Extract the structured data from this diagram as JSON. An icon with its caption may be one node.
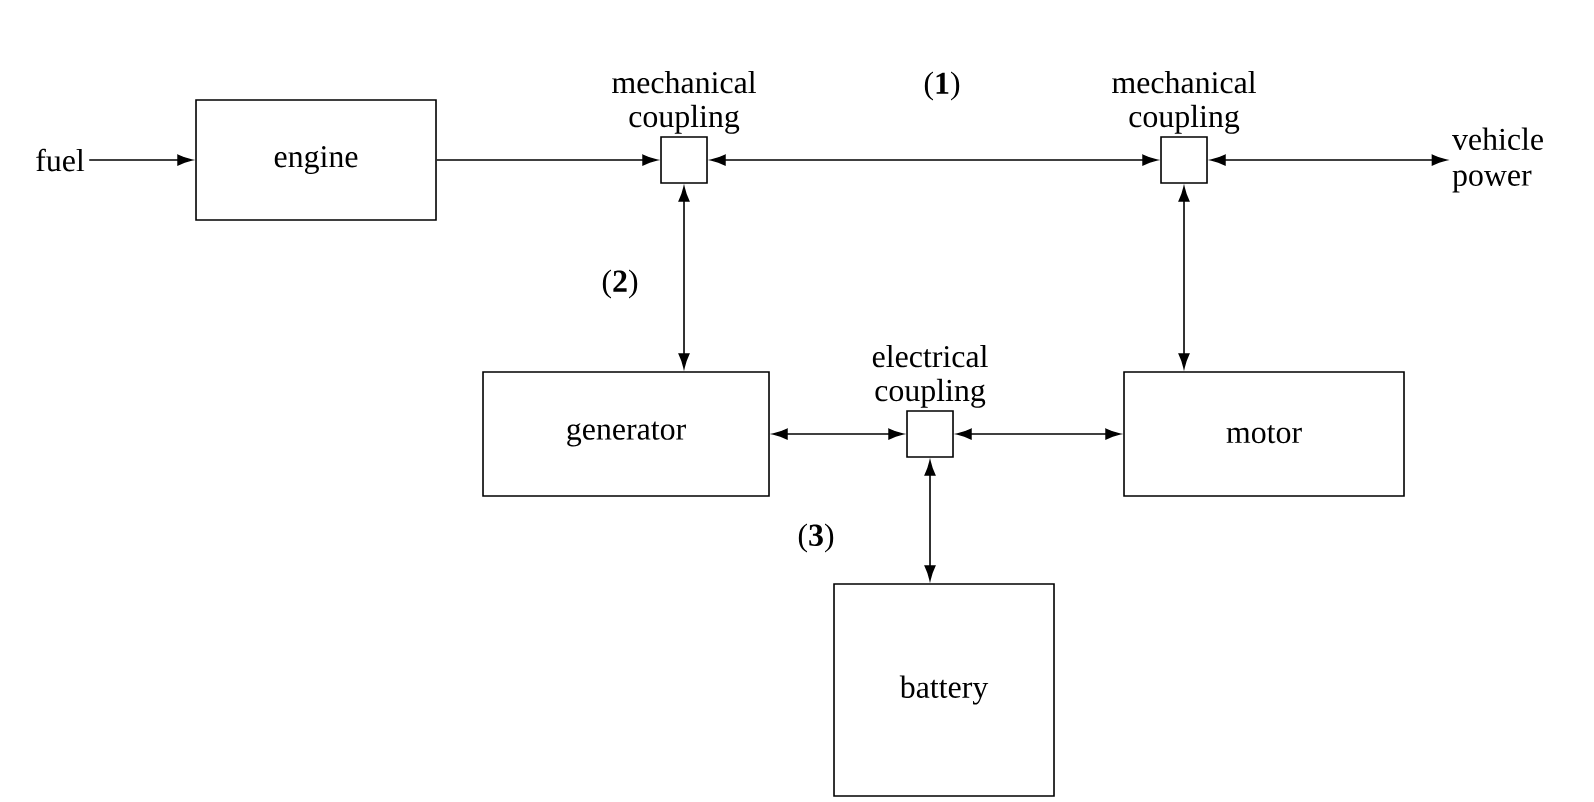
{
  "diagram": {
    "nodes": [
      {
        "text": [
          "fuel"
        ]
      },
      {
        "text": [
          "engine"
        ]
      },
      {
        "text": [
          "mechanical coupling"
        ]
      },
      {
        "text": [
          "mechanical coupling"
        ]
      },
      {
        "text": [
          "vehicle power"
        ]
      },
      {
        "text": [
          "generator"
        ]
      },
      {
        "text": [
          "electrical coupling"
        ]
      },
      {
        "text": [
          "motor"
        ]
      },
      {
        "text": [
          "battery"
        ]
      }
    ],
    "edges": [
      {
        "from": 0,
        "to": 1,
        "arrow": "to"
      },
      {
        "from": 1,
        "to": 2,
        "arrow": "to"
      },
      {
        "from": 2,
        "to": 3,
        "arrow": "both",
        "label": "(**1**)"
      },
      {
        "from": 3,
        "to": 4,
        "arrow": "both"
      },
      {
        "from": 2,
        "to": 5,
        "arrow": "both",
        "label": "(**2**)"
      },
      {
        "from": 3,
        "to": 7,
        "arrow": "both"
      },
      {
        "from": 5,
        "to": 6,
        "arrow": "both",
        "label": "(**3**)"
      },
      {
        "from": 6,
        "to": 7,
        "arrow": "both"
      },
      {
        "from": 6,
        "to": 8,
        "arrow": "both"
      }
    ]
  }
}
